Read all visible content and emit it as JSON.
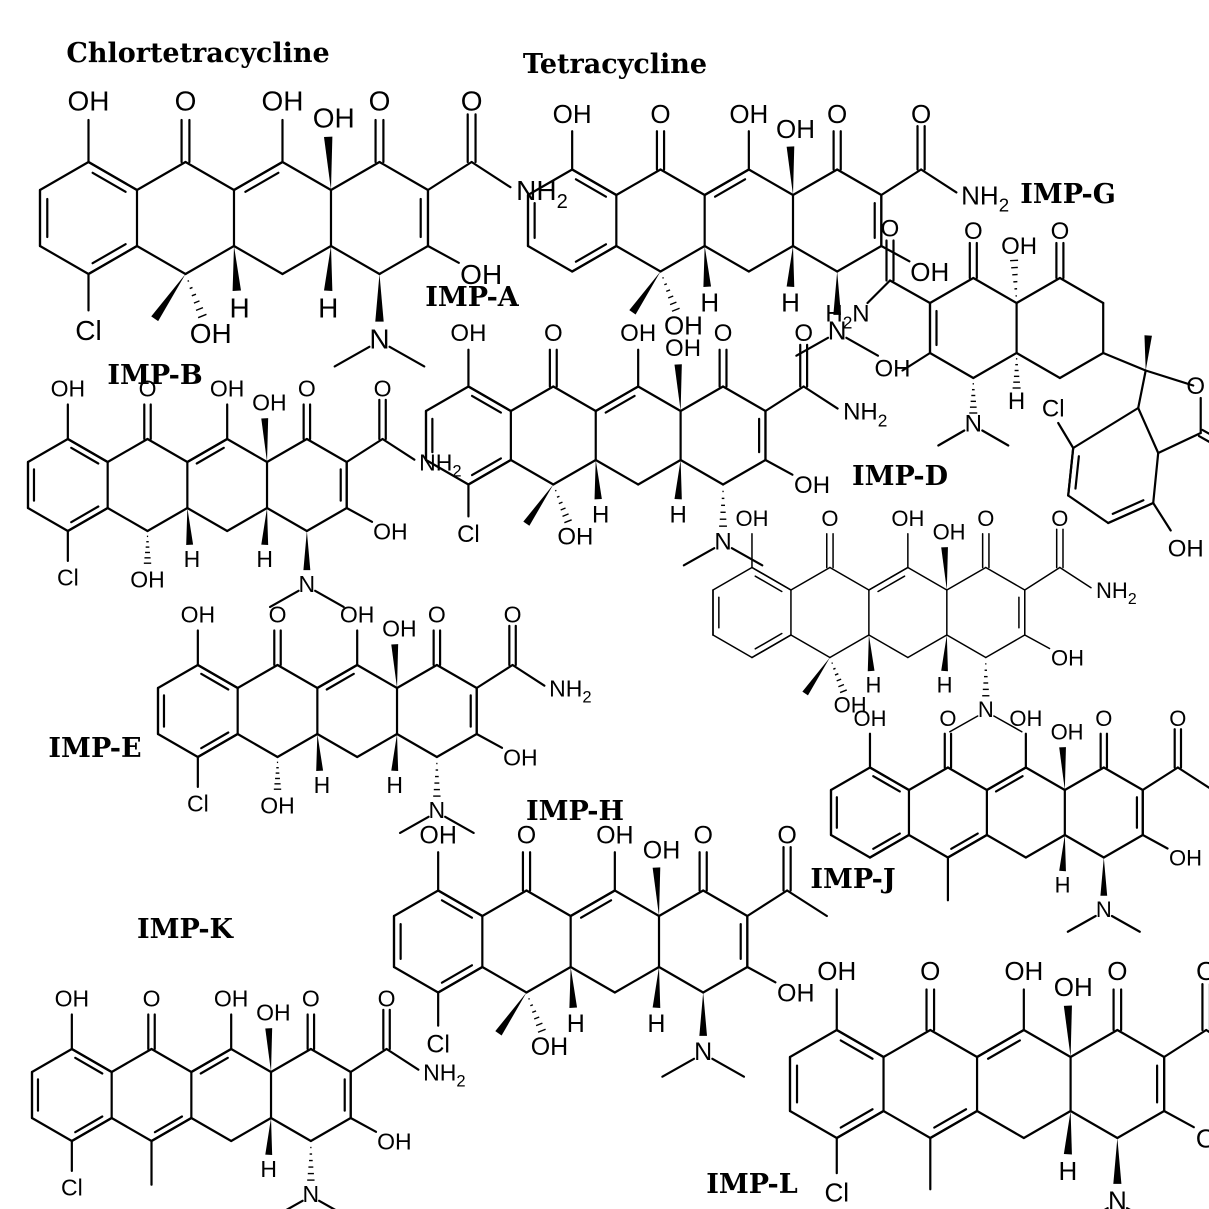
{
  "title": "",
  "labels": {
    "chlortetracycline": "Chlortetracycline",
    "tetracycline": "Tetracycline",
    "imp_a": "IMP-A",
    "imp_b": "IMP-B",
    "imp_d": "IMP-D",
    "imp_e": "IMP-E",
    "imp_g": "IMP-G",
    "imp_h": "IMP-H",
    "imp_j": "IMP-J",
    "imp_k": "IMP-K",
    "imp_l": "IMP-L"
  },
  "atom_labels": {
    "oh": "OH",
    "o": "O",
    "nh2": "NH",
    "nh2_sub": "2",
    "h2n": "H",
    "h2n_sub": "2",
    "h2n_n": "N",
    "cl": "Cl",
    "h": "H",
    "n": "N"
  }
}
